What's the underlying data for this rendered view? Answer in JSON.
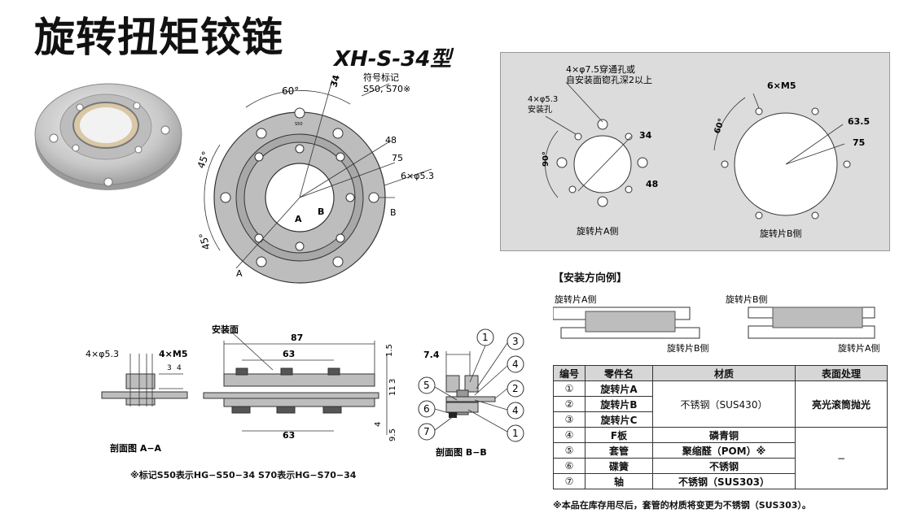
{
  "header": {
    "title": "旋转扭矩铰链",
    "model": "XH-S-34型"
  },
  "front_view": {
    "angle_60": "60°",
    "angle_45_top": "45°",
    "angle_45_bottom": "45°",
    "dim_34": "34",
    "dim_48": "48",
    "dim_75": "75",
    "holes": "6×φ5.3",
    "mark_note_line1": "符号标记",
    "mark_note_line2": "S50, S70※",
    "mark_plate": "S50",
    "label_A1": "A",
    "label_A2": "A",
    "label_B1": "B",
    "label_B2": "B"
  },
  "side_panel": {
    "left_note_line1": "4×φ7.5穿通孔或",
    "left_note_line2": "自安装面锪孔深2以上",
    "left_holes_line1": "4×φ5.3",
    "left_holes_line2": "安装孔",
    "left_dim_34": "34",
    "left_dim_48": "48",
    "left_angle_90": "90°",
    "left_caption": "旋转片A侧",
    "right_holes": "6×M5",
    "right_angle_60": "60°",
    "right_dim_635": "63.5",
    "right_dim_75": "75",
    "right_caption": "旋转片B侧"
  },
  "section_aa": {
    "holes_d": "4×φ5.3",
    "holes_m": "4×M5",
    "d3": "3",
    "d4": "4",
    "caption": "剖面图 A−A"
  },
  "center_section": {
    "surface": "安装面",
    "d87": "87",
    "d63_top": "63",
    "d63_bottom": "63",
    "d15": "1.5",
    "d3": "3",
    "d11": "11",
    "d4": "4",
    "d95": "9.5"
  },
  "section_bb": {
    "d74": "7.4",
    "n1": "1",
    "n2": "2",
    "n3": "3",
    "n4a": "4",
    "n4b": "4",
    "n5": "5",
    "n6": "6",
    "n7": "7",
    "n1b": "1",
    "caption": "剖面图 B−B"
  },
  "footnote": "※标记S50表示HG−S50−34 S70表示HG−S70−34",
  "mounting": {
    "title": "【安装方向例】",
    "left_top": "旋转片A侧",
    "left_bottom": "旋转片B侧",
    "right_top": "旋转片B侧",
    "right_bottom": "旋转片A侧"
  },
  "parts_table": {
    "headers": [
      "编号",
      "零件名",
      "材质",
      "表面处理"
    ],
    "rows": [
      {
        "no": "①",
        "name": "旋转片A"
      },
      {
        "no": "②",
        "name": "旋转片B"
      },
      {
        "no": "③",
        "name": "旋转片C"
      },
      {
        "no": "④",
        "name": "F板",
        "material": "磷青铜"
      },
      {
        "no": "⑤",
        "name": "套管",
        "material": "聚缩醛（POM）※"
      },
      {
        "no": "⑥",
        "name": "碟簧",
        "material": "不锈钢"
      },
      {
        "no": "⑦",
        "name": "轴",
        "material": "不锈钢（SUS303）"
      }
    ],
    "merged_material": "不锈钢（SUS430）",
    "merged_finish": "亮光滚筒抛光",
    "dash_finish": "−"
  },
  "stock_note": "※本品在库存用尽后，套管的材质将变更为不锈钢（SUS303）。"
}
